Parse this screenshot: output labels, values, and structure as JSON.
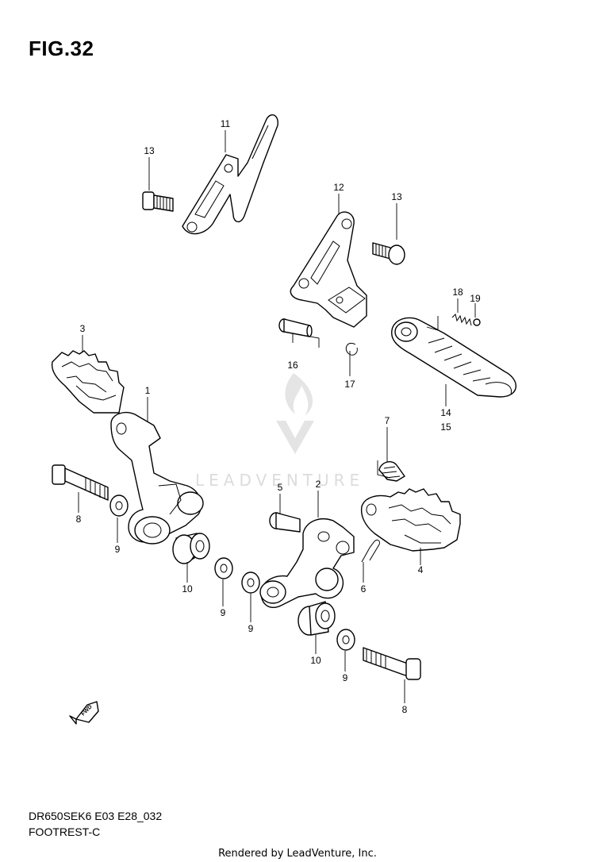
{
  "figure": {
    "title": "FIG.32",
    "model_code": "DR650SEK6 E03 E28_032",
    "section_name": "FOOTREST-C",
    "credit": "Rendered by LeadVenture, Inc.",
    "watermark": "LEADVENTURE",
    "fwd_label": "FWD"
  },
  "callouts": [
    "11",
    "13",
    "12",
    "13",
    "18",
    "19",
    "3",
    "16",
    "17",
    "1",
    "14",
    "15",
    "7",
    "2",
    "5",
    "8",
    "9",
    "4",
    "6",
    "10",
    "9",
    "9",
    "10",
    "9",
    "8"
  ],
  "colors": {
    "line": "#000000",
    "watermark": "#d9d9d9",
    "background": "#ffffff"
  }
}
